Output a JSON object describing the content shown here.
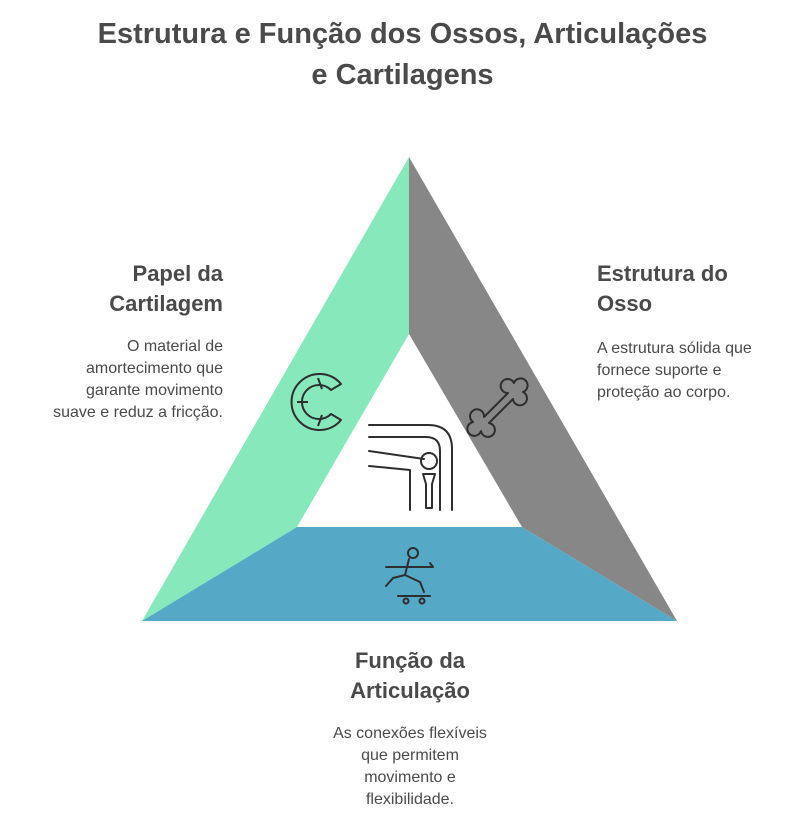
{
  "title": {
    "line1": "Estrutura e Função dos Ossos, Articulações",
    "line2": "e Cartilagens"
  },
  "segments": {
    "cartilage": {
      "title_line1": "Papel da",
      "title_line2": "Cartilagem",
      "desc_lines": [
        "O material de",
        "amortecimento que",
        "garante movimento",
        "suave e reduz a fricção."
      ],
      "color": "#86E8BB",
      "icon": "cartilage-c-icon"
    },
    "bone": {
      "title_line1": "Estrutura do",
      "title_line2": "Osso",
      "desc_lines": [
        "A estrutura sólida que",
        "fornece suporte e",
        "proteção ao corpo."
      ],
      "color": "#878787",
      "icon": "bone-icon"
    },
    "joint": {
      "title_line1": "Função da",
      "title_line2": "Articulação",
      "desc_lines": [
        "As conexões flexíveis",
        "que permitem",
        "movimento e",
        "flexibilidade."
      ],
      "color": "#55A9C6",
      "icon": "skateboarder-icon"
    },
    "center": {
      "icon": "knee-joint-icon"
    }
  }
}
